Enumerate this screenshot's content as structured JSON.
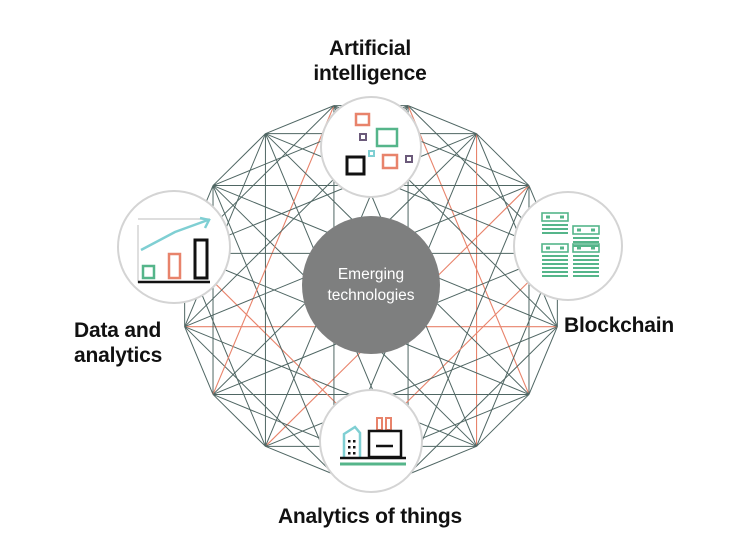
{
  "center": {
    "line1": "Emerging",
    "line2": "technologies"
  },
  "nodes": {
    "ai": {
      "line1": "Artificial",
      "line2": "intelligence",
      "icon": "ai-squares-icon"
    },
    "da": {
      "line1": "Data and",
      "line2": "analytics",
      "icon": "bar-chart-icon"
    },
    "bc": {
      "label": "Blockchain",
      "icon": "blockchain-blocks-icon"
    },
    "at": {
      "label": "Analytics of things",
      "icon": "factory-icon"
    }
  },
  "colors": {
    "mesh": "#4f6663",
    "mesh_accent": "#e8836b",
    "hub": "#7e7f7f",
    "green": "#55b58a",
    "salmon": "#e8836b",
    "purple": "#6b5a7a",
    "teal": "#7fcfd3",
    "black": "#111111"
  }
}
